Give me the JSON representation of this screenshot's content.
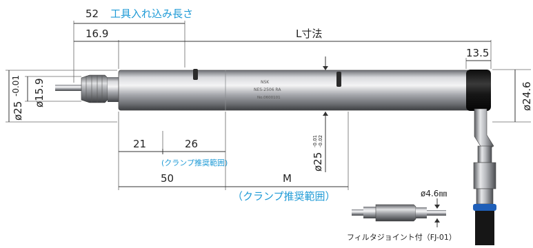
{
  "labels": {
    "tool_insert_value": "52",
    "tool_insert_text": "工具入れ込み長さ",
    "dim_16_9": "16.9",
    "l_dim": "L寸法",
    "dim_13_5": "13.5",
    "dia_25_main": "ø25",
    "dia_25_tol": "-0.01",
    "dia_25_tol2": "0",
    "dia_15_9": "ø15.9",
    "dia_24_6": "ø24.6",
    "dim_21": "21",
    "dim_26": "26",
    "clamp_small": "(クランプ推奨範囲)",
    "dia_25_b": "ø25",
    "dia_25_b_tol1": "-0.01",
    "dia_25_b_tol2": "-0.02",
    "dim_50": "50",
    "dim_m": "M",
    "clamp_large": "（クランプ推奨範囲）",
    "dia_4_6": "ø4.6㎜",
    "filter_caption": "フィルタジョイント付（FJ-01）",
    "body_marking_1": "NSK",
    "body_marking_2": "NES-2506 RA",
    "body_marking_3": "No.0600101"
  },
  "colors": {
    "accent_blue": "#1e9ad6",
    "body_steel": "#a9abb0",
    "end_cap": "#1a1a1a",
    "hose_blue": "#1f5fb8"
  }
}
